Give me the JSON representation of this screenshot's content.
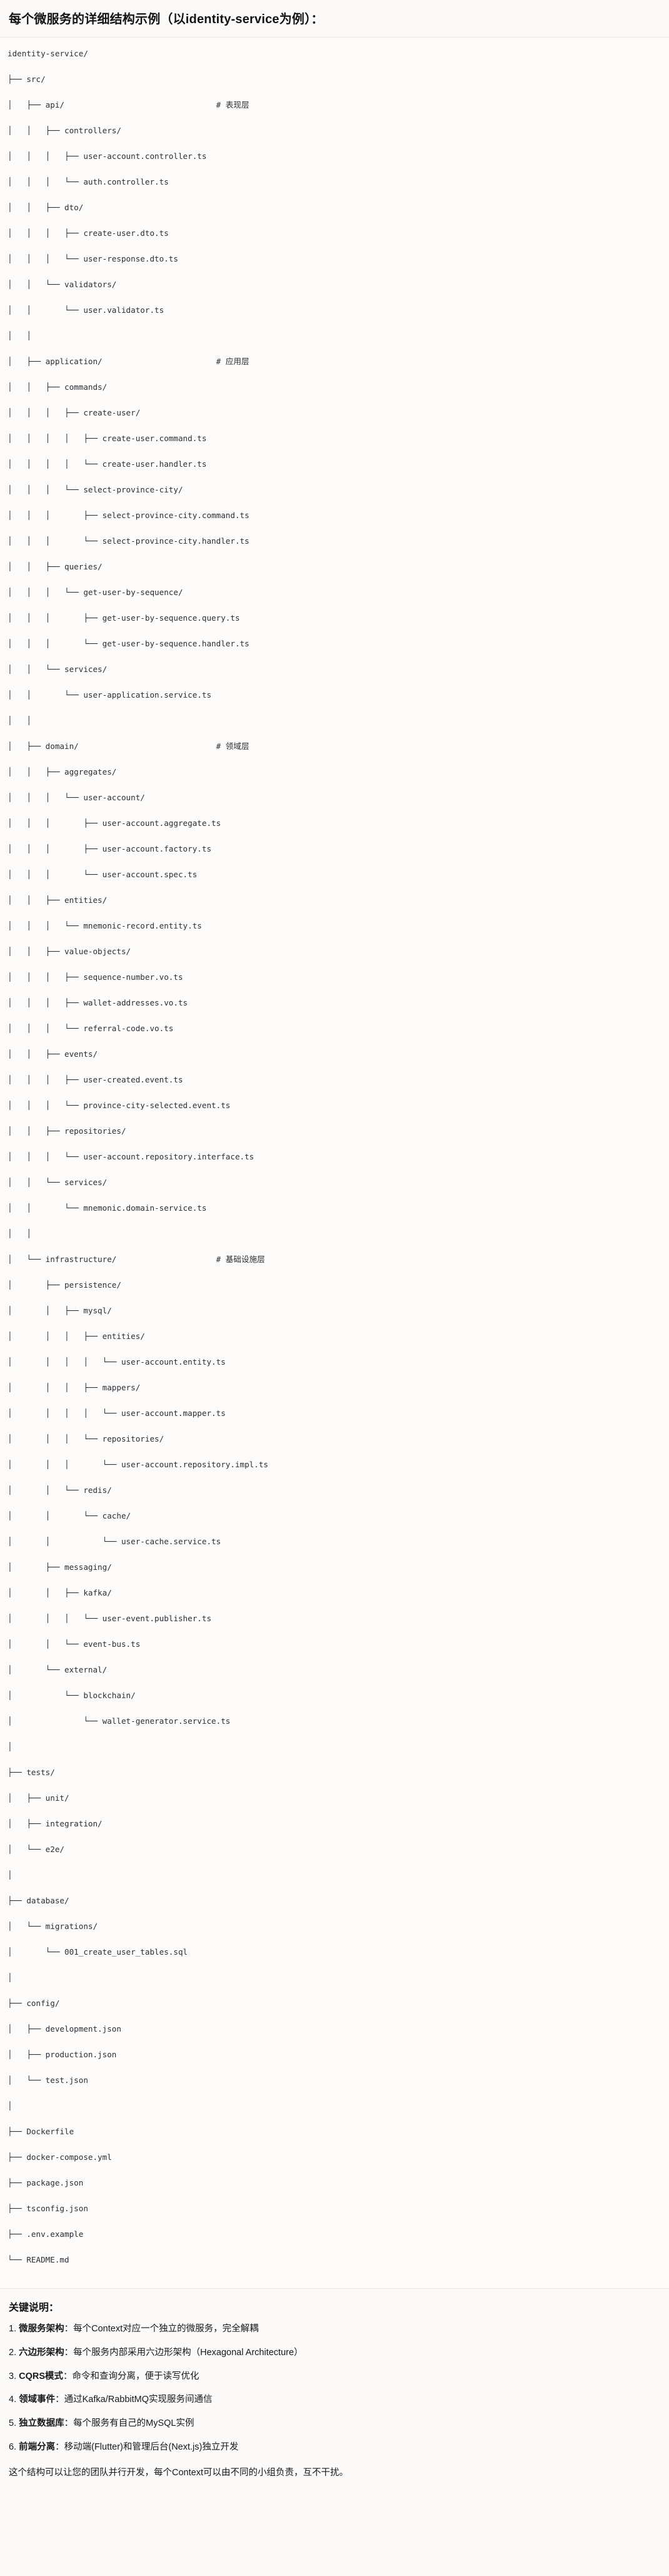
{
  "header": {
    "title": "每个微服务的详细结构示例（以identity-service为例）："
  },
  "tree": {
    "comment_column": 44,
    "lines": [
      {
        "text": "identity-service/",
        "comment": ""
      },
      {
        "text": "├── src/",
        "comment": ""
      },
      {
        "text": "│   ├── api/",
        "comment": "# 表现层"
      },
      {
        "text": "│   │   ├── controllers/",
        "comment": ""
      },
      {
        "text": "│   │   │   ├── user-account.controller.ts",
        "comment": ""
      },
      {
        "text": "│   │   │   └── auth.controller.ts",
        "comment": ""
      },
      {
        "text": "│   │   ├── dto/",
        "comment": ""
      },
      {
        "text": "│   │   │   ├── create-user.dto.ts",
        "comment": ""
      },
      {
        "text": "│   │   │   └── user-response.dto.ts",
        "comment": ""
      },
      {
        "text": "│   │   └── validators/",
        "comment": ""
      },
      {
        "text": "│   │       └── user.validator.ts",
        "comment": ""
      },
      {
        "text": "│   │",
        "comment": ""
      },
      {
        "text": "│   ├── application/",
        "comment": "# 应用层"
      },
      {
        "text": "│   │   ├── commands/",
        "comment": ""
      },
      {
        "text": "│   │   │   ├── create-user/",
        "comment": ""
      },
      {
        "text": "│   │   │   │   ├── create-user.command.ts",
        "comment": ""
      },
      {
        "text": "│   │   │   │   └── create-user.handler.ts",
        "comment": ""
      },
      {
        "text": "│   │   │   └── select-province-city/",
        "comment": ""
      },
      {
        "text": "│   │   │       ├── select-province-city.command.ts",
        "comment": ""
      },
      {
        "text": "│   │   │       └── select-province-city.handler.ts",
        "comment": ""
      },
      {
        "text": "│   │   ├── queries/",
        "comment": ""
      },
      {
        "text": "│   │   │   └── get-user-by-sequence/",
        "comment": ""
      },
      {
        "text": "│   │   │       ├── get-user-by-sequence.query.ts",
        "comment": ""
      },
      {
        "text": "│   │   │       └── get-user-by-sequence.handler.ts",
        "comment": ""
      },
      {
        "text": "│   │   └── services/",
        "comment": ""
      },
      {
        "text": "│   │       └── user-application.service.ts",
        "comment": ""
      },
      {
        "text": "│   │",
        "comment": ""
      },
      {
        "text": "│   ├── domain/",
        "comment": "# 领域层"
      },
      {
        "text": "│   │   ├── aggregates/",
        "comment": ""
      },
      {
        "text": "│   │   │   └── user-account/",
        "comment": ""
      },
      {
        "text": "│   │   │       ├── user-account.aggregate.ts",
        "comment": ""
      },
      {
        "text": "│   │   │       ├── user-account.factory.ts",
        "comment": ""
      },
      {
        "text": "│   │   │       └── user-account.spec.ts",
        "comment": ""
      },
      {
        "text": "│   │   ├── entities/",
        "comment": ""
      },
      {
        "text": "│   │   │   └── mnemonic-record.entity.ts",
        "comment": ""
      },
      {
        "text": "│   │   ├── value-objects/",
        "comment": ""
      },
      {
        "text": "│   │   │   ├── sequence-number.vo.ts",
        "comment": ""
      },
      {
        "text": "│   │   │   ├── wallet-addresses.vo.ts",
        "comment": ""
      },
      {
        "text": "│   │   │   └── referral-code.vo.ts",
        "comment": ""
      },
      {
        "text": "│   │   ├── events/",
        "comment": ""
      },
      {
        "text": "│   │   │   ├── user-created.event.ts",
        "comment": ""
      },
      {
        "text": "│   │   │   └── province-city-selected.event.ts",
        "comment": ""
      },
      {
        "text": "│   │   ├── repositories/",
        "comment": ""
      },
      {
        "text": "│   │   │   └── user-account.repository.interface.ts",
        "comment": ""
      },
      {
        "text": "│   │   └── services/",
        "comment": ""
      },
      {
        "text": "│   │       └── mnemonic.domain-service.ts",
        "comment": ""
      },
      {
        "text": "│   │",
        "comment": ""
      },
      {
        "text": "│   └── infrastructure/",
        "comment": "# 基础设施层"
      },
      {
        "text": "│       ├── persistence/",
        "comment": ""
      },
      {
        "text": "│       │   ├── mysql/",
        "comment": ""
      },
      {
        "text": "│       │   │   ├── entities/",
        "comment": ""
      },
      {
        "text": "│       │   │   │   └── user-account.entity.ts",
        "comment": ""
      },
      {
        "text": "│       │   │   ├── mappers/",
        "comment": ""
      },
      {
        "text": "│       │   │   │   └── user-account.mapper.ts",
        "comment": ""
      },
      {
        "text": "│       │   │   └── repositories/",
        "comment": ""
      },
      {
        "text": "│       │   │       └── user-account.repository.impl.ts",
        "comment": ""
      },
      {
        "text": "│       │   └── redis/",
        "comment": ""
      },
      {
        "text": "│       │       └── cache/",
        "comment": ""
      },
      {
        "text": "│       │           └── user-cache.service.ts",
        "comment": ""
      },
      {
        "text": "│       ├── messaging/",
        "comment": ""
      },
      {
        "text": "│       │   ├── kafka/",
        "comment": ""
      },
      {
        "text": "│       │   │   └── user-event.publisher.ts",
        "comment": ""
      },
      {
        "text": "│       │   └── event-bus.ts",
        "comment": ""
      },
      {
        "text": "│       └── external/",
        "comment": ""
      },
      {
        "text": "│           └── blockchain/",
        "comment": ""
      },
      {
        "text": "│               └── wallet-generator.service.ts",
        "comment": ""
      },
      {
        "text": "│",
        "comment": ""
      },
      {
        "text": "├── tests/",
        "comment": ""
      },
      {
        "text": "│   ├── unit/",
        "comment": ""
      },
      {
        "text": "│   ├── integration/",
        "comment": ""
      },
      {
        "text": "│   └── e2e/",
        "comment": ""
      },
      {
        "text": "│",
        "comment": ""
      },
      {
        "text": "├── database/",
        "comment": ""
      },
      {
        "text": "│   └── migrations/",
        "comment": ""
      },
      {
        "text": "│       └── 001_create_user_tables.sql",
        "comment": ""
      },
      {
        "text": "│",
        "comment": ""
      },
      {
        "text": "├── config/",
        "comment": ""
      },
      {
        "text": "│   ├── development.json",
        "comment": ""
      },
      {
        "text": "│   ├── production.json",
        "comment": ""
      },
      {
        "text": "│   └── test.json",
        "comment": ""
      },
      {
        "text": "│",
        "comment": ""
      },
      {
        "text": "├── Dockerfile",
        "comment": ""
      },
      {
        "text": "├── docker-compose.yml",
        "comment": ""
      },
      {
        "text": "├── package.json",
        "comment": ""
      },
      {
        "text": "├── tsconfig.json",
        "comment": ""
      },
      {
        "text": "├── .env.example",
        "comment": ""
      },
      {
        "text": "└── README.md",
        "comment": ""
      }
    ]
  },
  "notes": {
    "heading": "关键说明：",
    "items": [
      {
        "index": "1.",
        "term": "微服务架构",
        "body": "：每个Context对应一个独立的微服务，完全解耦"
      },
      {
        "index": "2.",
        "term": "六边形架构",
        "body": "：每个服务内部采用六边形架构（Hexagonal Architecture）"
      },
      {
        "index": "3.",
        "term": "CQRS模式",
        "body": "：命令和查询分离，便于读写优化"
      },
      {
        "index": "4.",
        "term": "领域事件",
        "body": "：通过Kafka/RabbitMQ实现服务间通信"
      },
      {
        "index": "5.",
        "term": "独立数据库",
        "body": "：每个服务有自己的MySQL实例"
      },
      {
        "index": "6.",
        "term": "前端分离",
        "body": "：移动端(Flutter)和管理后台(Next.js)独立开发"
      }
    ],
    "footer": "这个结构可以让您的团队并行开发，每个Context可以由不同的小组负责，互不干扰。"
  }
}
